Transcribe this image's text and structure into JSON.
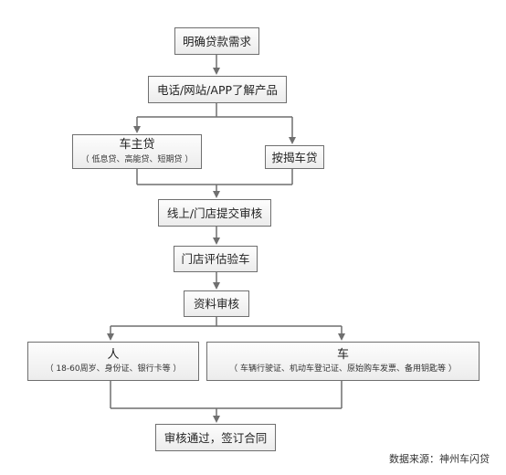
{
  "nodes": {
    "clarify": {
      "label": "明确贷款需求"
    },
    "learn": {
      "label": "电话/网站/APP了解产品"
    },
    "owner_loan": {
      "label": "车主贷",
      "detail": "（ 低息贷、高能贷、短期贷 ）"
    },
    "mortgage_loan": {
      "label": "按揭车贷"
    },
    "submit": {
      "label": "线上/门店提交审核"
    },
    "inspect": {
      "label": "门店评估验车"
    },
    "docs": {
      "label": "资料审核"
    },
    "person": {
      "label": "人",
      "detail": "（ 18-60周岁、身份证、银行卡等 ）"
    },
    "car": {
      "label": "车",
      "detail": "（ 车辆行驶证、机动车登记证、原始购车发票、备用钥匙等 ）"
    },
    "approve": {
      "label": "审核通过，签订合同"
    }
  },
  "source": "数据来源：神州车闪贷",
  "colors": {
    "line": "#6f6f6f",
    "border": "#6f6f6f"
  }
}
